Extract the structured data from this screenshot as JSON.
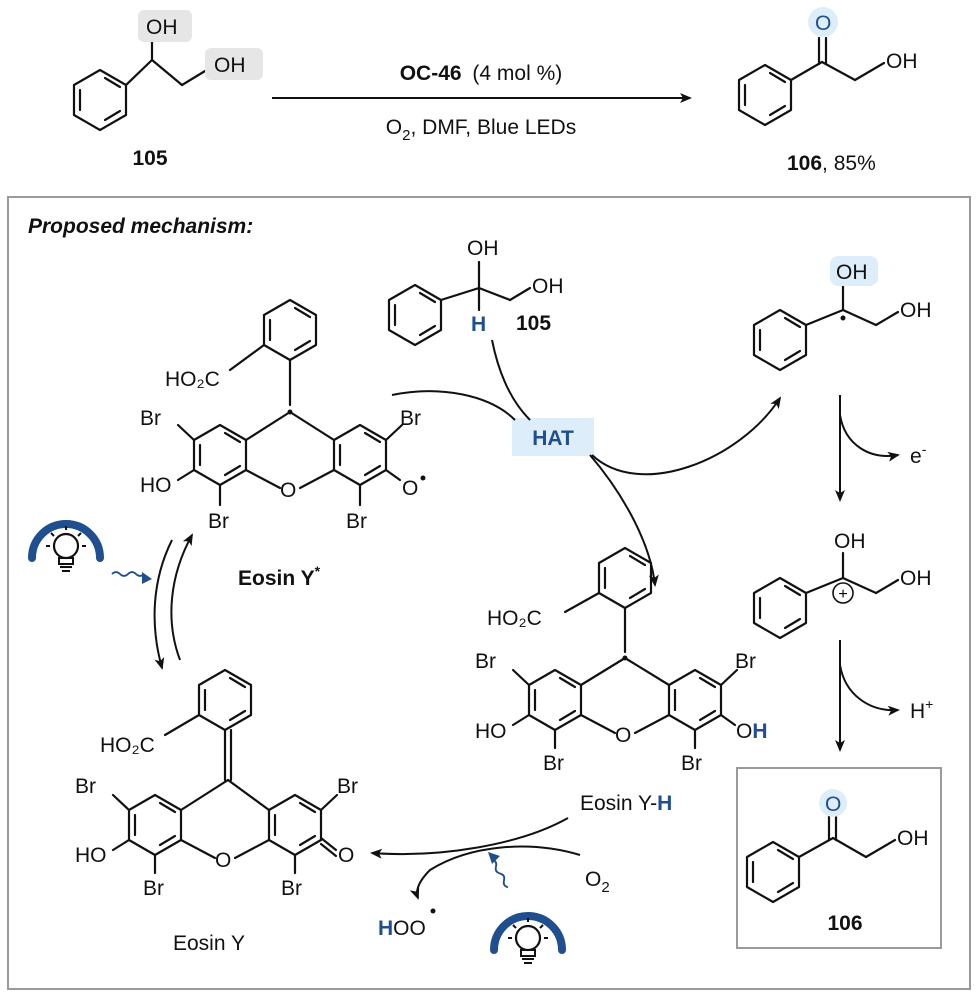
{
  "colors": {
    "accent_blue": "#1f4f8f",
    "highlight_blue": "#ddeefa",
    "highlight_gray": "#e6e6e6",
    "frame_gray": "#9a9a9a"
  },
  "icons": [
    "lightbulb-icon",
    "wavy-light-arrow-icon"
  ],
  "top": {
    "reactant_id": "105",
    "reactant_oh1": "OH",
    "reactant_oh2": "OH",
    "catalyst_name": "OC-46",
    "catalyst_loading": "(4 mol %)",
    "conditions_o": "O",
    "conditions_sub": "2",
    "conditions_rest": ", DMF, Blue LEDs",
    "product_id": "106",
    "product_yield": ", 85%",
    "product_o": "O",
    "product_oh": "OH"
  },
  "mechanism": {
    "title": "Proposed mechanism:",
    "hat_label": "HAT",
    "sub105": {
      "id": "105",
      "oh1": "OH",
      "oh2": "OH",
      "h": "H"
    },
    "radical": {
      "oh1": "OH",
      "oh2": "OH"
    },
    "electron": "e",
    "electron_sup": "-",
    "cation": {
      "oh1": "OH",
      "oh2": "OH",
      "plus": "+"
    },
    "proton": "H",
    "proton_sup": "+",
    "product_box": {
      "id": "106",
      "o": "O",
      "oh": "OH"
    },
    "eosin_star": {
      "name": "Eosin Y",
      "sup": "*",
      "ho2c": "HO₂C",
      "br": "Br",
      "ho": "HO",
      "o": "O",
      "o_rad": "O"
    },
    "eosin_h": {
      "name_prefix": "Eosin Y-",
      "name_h": "H",
      "ho2c": "HO₂C",
      "br": "Br",
      "ho": "HO",
      "o": "O",
      "oh_o": "O",
      "oh_h": "H"
    },
    "eosin_y": {
      "name": "Eosin Y",
      "ho2c": "HO₂C",
      "br": "Br",
      "ho": "HO",
      "o": "O",
      "keto": "O"
    },
    "o2_o": "O",
    "o2_sub": "2",
    "hoo_h": "H",
    "hoo_rest": "OO"
  }
}
